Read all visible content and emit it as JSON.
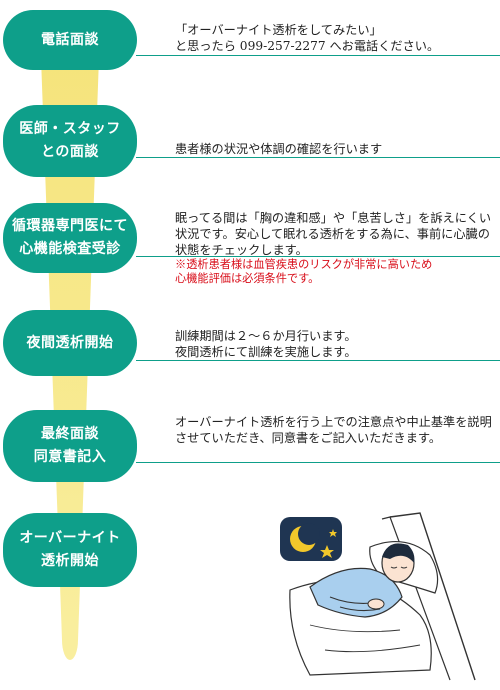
{
  "steps": [
    {
      "label": "電話面談",
      "desc": "「オーバーナイト透析をしてみたい」\nと思ったら 099-257-2277 へお電話ください。"
    },
    {
      "label": "医師・スタッフ\nとの面談",
      "desc": "患者様の状況や体調の確認を行います"
    },
    {
      "label": "循環器専門医にて\n心機能検査受診",
      "desc": "眠ってる間は「胸の違和感」や「息苦しさ」を訴えにくい状況です。安心して眠れる透析をする為に、事前に心臓の状態をチェックします。",
      "note": "※透析患者様は血管疾患のリスクが非常に高いため\n心機能評価は必須条件です。"
    },
    {
      "label": "夜間透析開始",
      "desc": "訓練期間は２～６か月行います。\n夜間透析にて訓練を実施します。"
    },
    {
      "label": "最終面談\n同意書記入",
      "desc": "オーバーナイト透析を行う上での注意点や中止基準を説明させていただき、同意書をご記入いただきます。"
    },
    {
      "label": "オーバーナイト\n透析開始"
    }
  ],
  "colors": {
    "step_bg": "#0e9f8a",
    "cone_yellow": "#f7e88a",
    "note_red": "#d80c18",
    "night_sky": "#1f3552",
    "moon": "#f2c82b"
  },
  "illustration": {
    "icon": "sleeping-patient-icon",
    "night_icon": "moon-and-stars-icon"
  }
}
